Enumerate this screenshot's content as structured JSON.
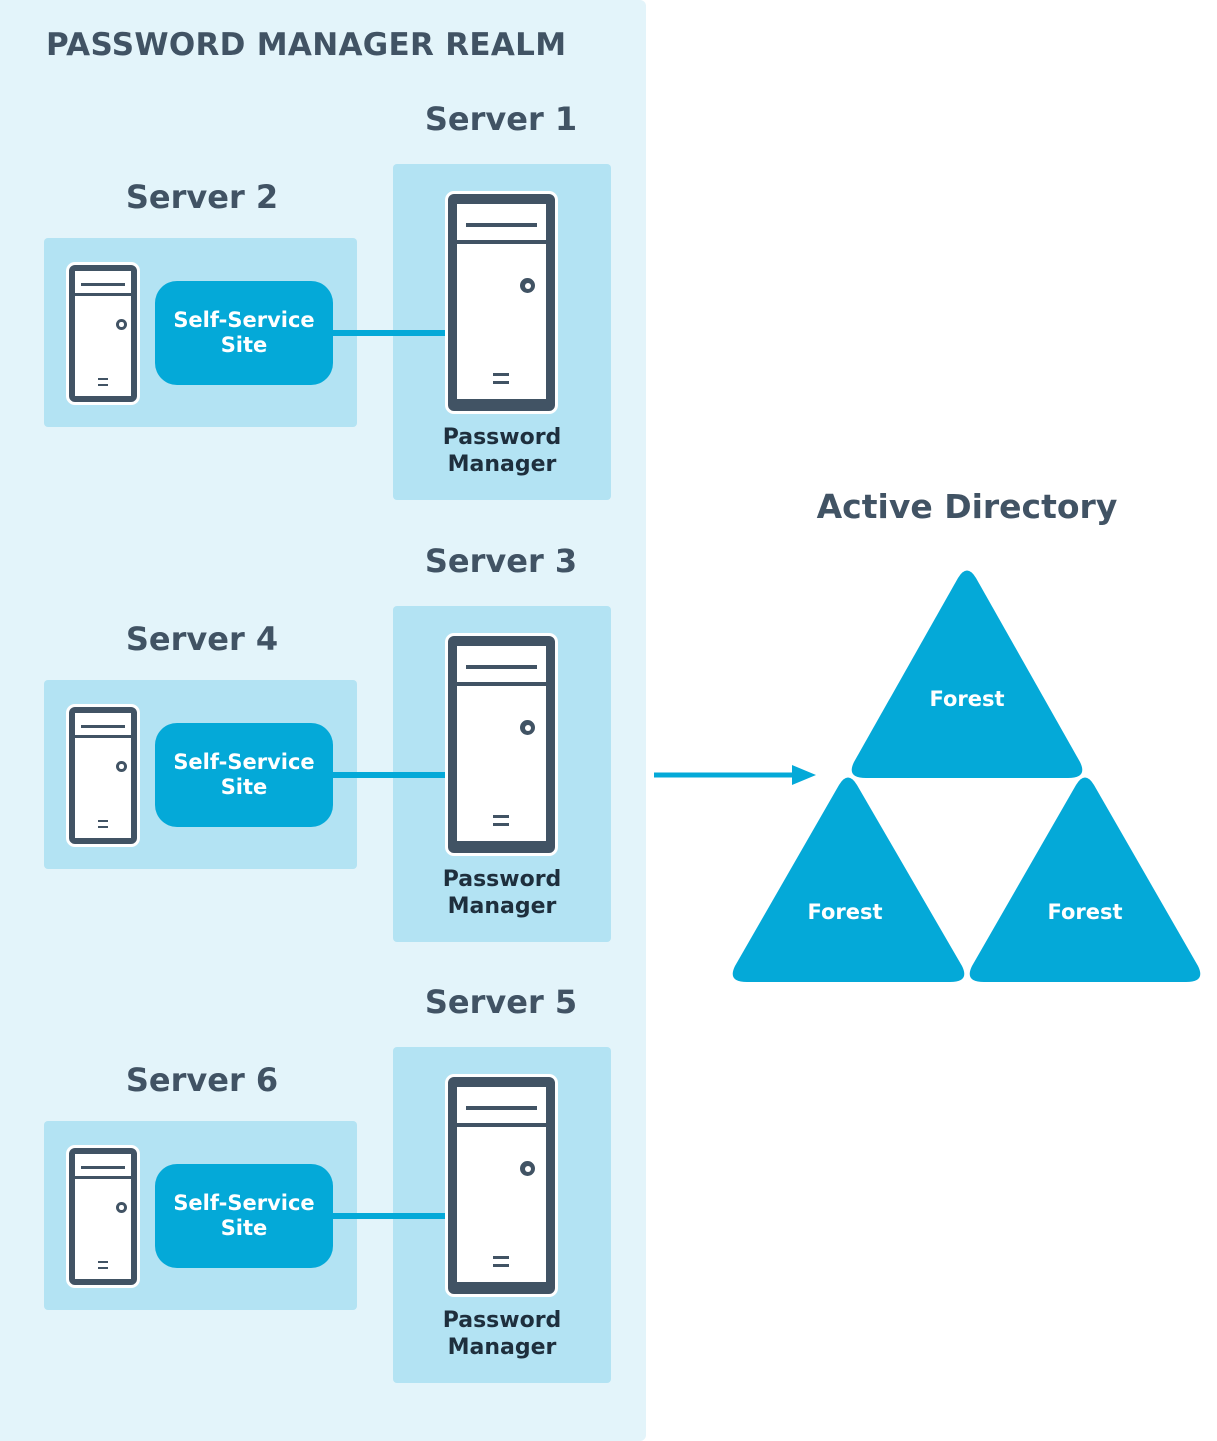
{
  "realm": {
    "title": "PASSWORD MANAGER REALM",
    "background": "#e3f4fa",
    "panel_color": "#b3e3f3"
  },
  "groups": [
    {
      "pm_server": "Server 1",
      "site_server": "Server 2",
      "site_label_line1": "Self-Service",
      "site_label_line2": "Site",
      "pm_label_line1": "Password",
      "pm_label_line2": "Manager"
    },
    {
      "pm_server": "Server 3",
      "site_server": "Server 4",
      "site_label_line1": "Self-Service",
      "site_label_line2": "Site",
      "pm_label_line1": "Password",
      "pm_label_line2": "Manager"
    },
    {
      "pm_server": "Server 5",
      "site_server": "Server 6",
      "site_label_line1": "Self-Service",
      "site_label_line2": "Site",
      "pm_label_line1": "Password",
      "pm_label_line2": "Manager"
    }
  ],
  "active_directory": {
    "title": "Active Directory",
    "forests": [
      "Forest",
      "Forest",
      "Forest"
    ],
    "forest_color": "#04a9d8"
  },
  "colors": {
    "accent": "#04a9d8",
    "dark": "#415364",
    "text_dark": "#1e2f3d"
  },
  "icons": {
    "server": "server-tower-icon",
    "arrow": "arrow-right-icon"
  }
}
